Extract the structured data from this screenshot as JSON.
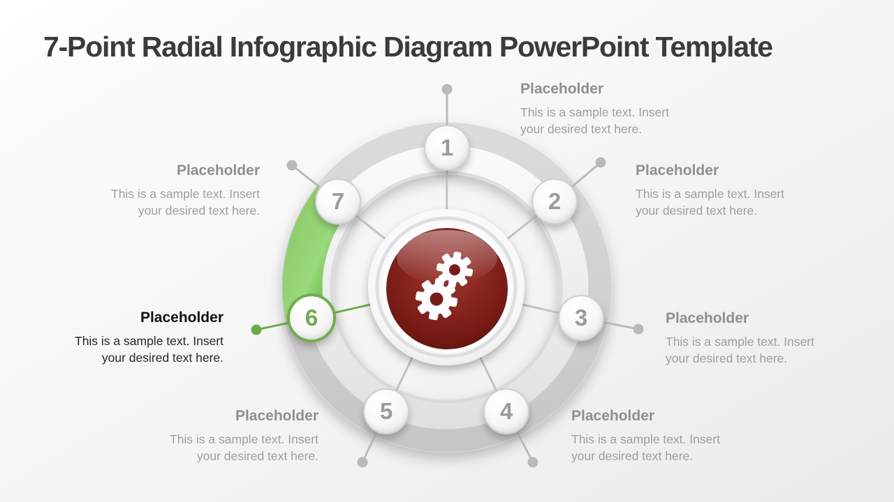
{
  "slide": {
    "title": "7-Point Radial Infographic Diagram PowerPoint Template"
  },
  "diagram": {
    "type": "radial-7-point",
    "center_icon": "gears-icon",
    "active_item": "6",
    "items": [
      {
        "number": "1",
        "heading": "Placeholder",
        "body": "This is a sample text. Insert your desired text here.",
        "active": false
      },
      {
        "number": "2",
        "heading": "Placeholder",
        "body": "This is a sample text. Insert your desired text here.",
        "active": false
      },
      {
        "number": "3",
        "heading": "Placeholder",
        "body": "This is a sample text. Insert your desired text here.",
        "active": false
      },
      {
        "number": "4",
        "heading": "Placeholder",
        "body": "This is a sample text. Insert your desired text here.",
        "active": false
      },
      {
        "number": "5",
        "heading": "Placeholder",
        "body": "This is a sample text. Insert your desired text here.",
        "active": false
      },
      {
        "number": "6",
        "heading": "Placeholder",
        "body": "This is a sample text. Insert your desired text here.",
        "active": true
      },
      {
        "number": "7",
        "heading": "Placeholder",
        "body": "This is a sample text. Insert your desired text here.",
        "active": false
      }
    ]
  },
  "colors": {
    "accent_green": "#6fae4b",
    "accent_green_light": "#9ad97c",
    "center_red": "#87251f",
    "ring_outer_gray": "#d0d0d0",
    "ring_inner_gray": "#f2f2f2",
    "heading_gray": "#8f8f8f",
    "body_gray": "#9e9e9e",
    "active_heading": "#111111",
    "connector_gray": "#b9b9b9",
    "title_color": "#3b3b3b"
  }
}
